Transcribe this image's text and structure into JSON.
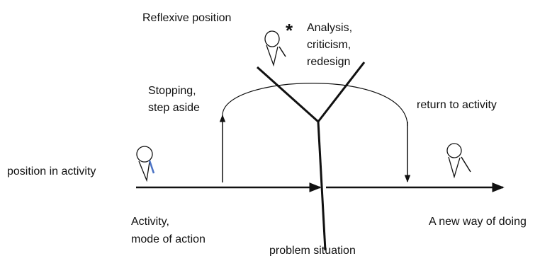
{
  "labels": {
    "reflexive_position": "Reflexive position",
    "asterisk": "*",
    "analysis": [
      "Analysis,",
      "criticism,",
      "redesign"
    ],
    "stopping": [
      "Stopping,",
      "step aside"
    ],
    "return_to_activity": "return to activity",
    "position_in_activity": "position in activity",
    "activity": [
      "Activity,",
      "mode of action"
    ],
    "new_way": "A new way of doing",
    "problem_situation": "problem situation"
  },
  "colors": {
    "ink": "#111111",
    "accent_blue": "#4a72c4"
  }
}
